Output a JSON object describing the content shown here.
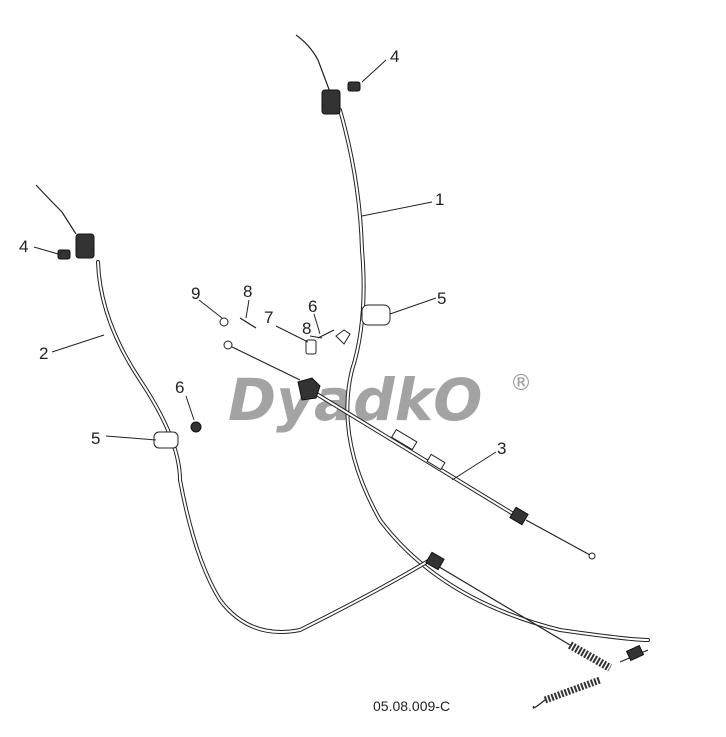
{
  "diagram": {
    "drawing_code": "05.08.009-C",
    "watermark": "DyadkO",
    "watermark_mark": "®",
    "callouts": [
      {
        "id": "c1",
        "label": "1"
      },
      {
        "id": "c2",
        "label": "2"
      },
      {
        "id": "c3",
        "label": "3"
      },
      {
        "id": "c4a",
        "label": "4"
      },
      {
        "id": "c4b",
        "label": "4"
      },
      {
        "id": "c5a",
        "label": "5"
      },
      {
        "id": "c5b",
        "label": "5"
      },
      {
        "id": "c6a",
        "label": "6"
      },
      {
        "id": "c6b",
        "label": "6"
      },
      {
        "id": "c7",
        "label": "7"
      },
      {
        "id": "c8a",
        "label": "8"
      },
      {
        "id": "c8b",
        "label": "8"
      },
      {
        "id": "c9",
        "label": "9"
      }
    ]
  }
}
